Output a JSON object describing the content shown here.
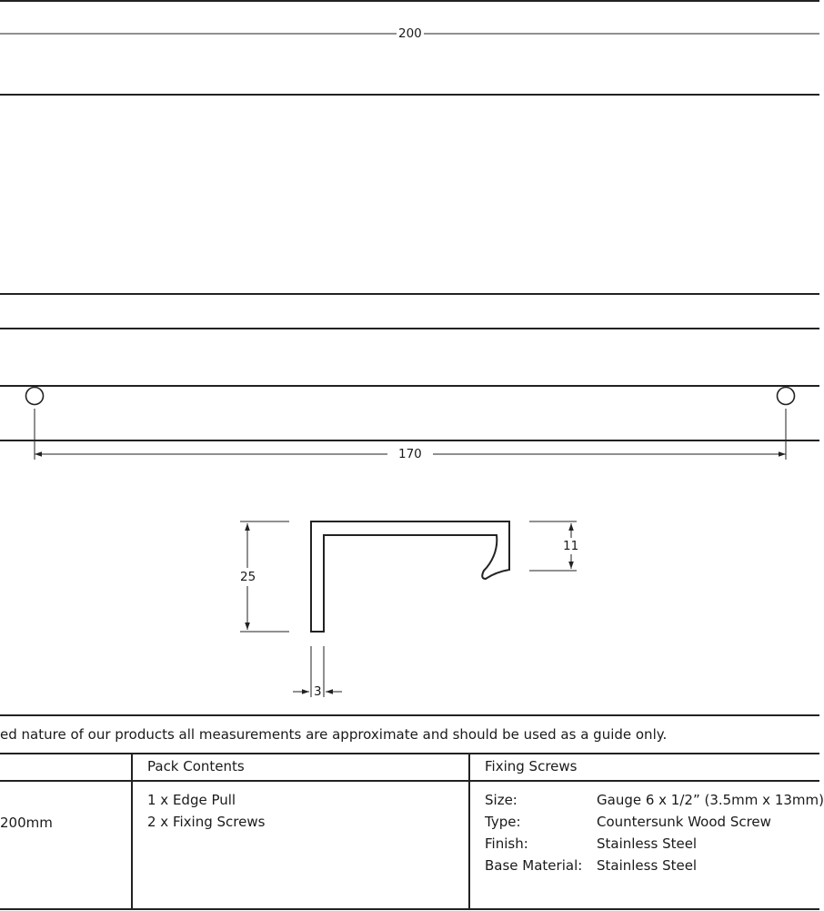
{
  "dimensions": {
    "overall_length": "200",
    "hole_centres": "170",
    "profile_height": "25",
    "lip_height": "11",
    "thickness": "3"
  },
  "disclaimer": "ed nature of our products all measurements are approximate and should be used as a guide only.",
  "table": {
    "col1": {
      "value": "200mm"
    },
    "col2": {
      "header": "Pack Contents",
      "items": [
        "1 x Edge Pull",
        "2 x Fixing Screws"
      ]
    },
    "col3": {
      "header": "Fixing Screws",
      "rows": [
        {
          "label": "Size:",
          "value": "Gauge 6 x 1/2” (3.5mm x 13mm)"
        },
        {
          "label": "Type:",
          "value": "Countersunk Wood Screw"
        },
        {
          "label": "Finish:",
          "value": "Stainless Steel"
        },
        {
          "label": "Base Material:",
          "value": "Stainless Steel"
        }
      ]
    }
  }
}
